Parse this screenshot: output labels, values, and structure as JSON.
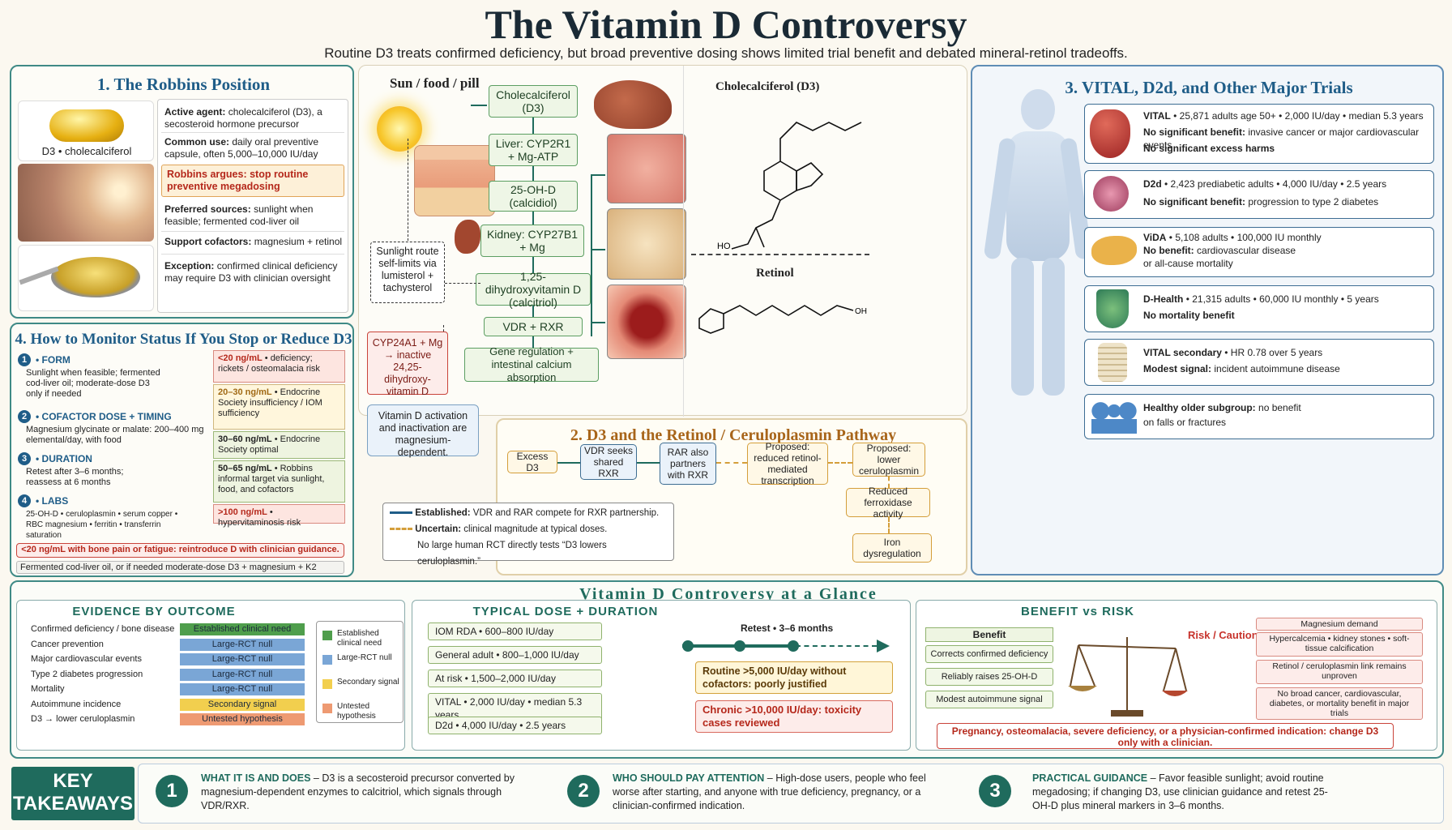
{
  "header": {
    "title": "The Vitamin D Controversy",
    "subtitle": "Routine D3 treats confirmed deficiency, but broad preventive dosing shows limited trial benefit and debated mineral-retinol tradeoffs."
  },
  "robbins": {
    "title": "1. The Robbins Position",
    "capsule_label": "D3 • cholecalciferol",
    "rows": [
      {
        "label": "Active agent:",
        "text": "cholecalciferol (D3), a secosteroid hormone precursor"
      },
      {
        "label": "Common use:",
        "text": "daily oral preventive capsule, often 5,000–10,000 IU/day"
      },
      {
        "label": "Robbins argues: stop routine preventive megadosing",
        "text": ""
      },
      {
        "label": "Preferred sources:",
        "text": "sunlight when feasible; fermented cod-liver oil"
      },
      {
        "label": "Support cofactors:",
        "text": "magnesium + retinol"
      },
      {
        "label": "Exception:",
        "text": "confirmed clinical deficiency may require D3 with clinician oversight"
      }
    ]
  },
  "pathway": {
    "sun_label": "Sun / food / pill",
    "steps": [
      "Cholecalciferol (D3)",
      "Liver: CYP2R1 + Mg-ATP",
      "25-OH-D (calcidiol)",
      "Kidney: CYP27B1 + Mg",
      "1,25-dihydroxyvitamin D (calcitriol)",
      "VDR + RXR",
      "Gene regulation + intestinal calcium absorption"
    ],
    "sunlight_note": "Sunlight route self-limits via lumisterol + tachysterol",
    "cyp24": "CYP24A1 + Mg → inactive 24,25-dihydroxy-vitamin D",
    "activation_note": "Vitamin D activation and inactivation are magnesium-dependent.",
    "chol_label": "Cholecalciferol (D3)",
    "retinol_label": "Retinol"
  },
  "monitor": {
    "title": "4. How to Monitor Status If You Stop or Reduce D3",
    "items": [
      {
        "num": "1",
        "head": "• FORM",
        "text": "Sunlight when feasible; fermented cod-liver oil; moderate-dose D3 only if needed"
      },
      {
        "num": "2",
        "head": "• COFACTOR DOSE + TIMING",
        "text": "Magnesium glycinate or malate: 200–400 mg elemental/day, with food"
      },
      {
        "num": "3",
        "head": "• DURATION",
        "text": "Retest after 3–6 months; reassess at 6 months"
      },
      {
        "num": "4",
        "head": "• LABS",
        "text": "25-OH-D • ceruloplasmin • serum copper • RBC magnesium • ferritin • transferrin saturation"
      }
    ],
    "ranges": [
      {
        "range": "<20 ng/mL",
        "text": "• deficiency; rickets / osteomalacia risk"
      },
      {
        "range": "20–30 ng/mL",
        "text": "• Endocrine Society insufficiency / IOM sufficiency"
      },
      {
        "range": "30–60 ng/mL",
        "text": "• Endocrine Society optimal"
      },
      {
        "range": "50–65 ng/mL",
        "text": "• Robbins informal target via sunlight, food, and cofactors"
      },
      {
        "range": ">100 ng/mL",
        "text": "• hypervitaminosis risk"
      }
    ],
    "alert": "<20 ng/mL with bone pain or fatigue: reintroduce D with clinician guidance.",
    "footer": "Fermented cod-liver oil, or if needed moderate-dose D3 + magnesium + K2"
  },
  "retinol_pathway": {
    "title": "2. D3 and the Retinol / Ceruloplasmin Pathway",
    "nodes": [
      "Excess D3",
      "VDR seeks shared RXR",
      "RAR also partners with RXR",
      "Proposed: reduced retinol-mediated transcription",
      "Proposed: lower ceruloplasmin",
      "Reduced ferroxidase activity",
      "Iron dysregulation"
    ],
    "legend": [
      {
        "label": "Established:",
        "text": "VDR and RAR compete for RXR partnership."
      },
      {
        "label": "Uncertain:",
        "text": "clinical magnitude at typical doses."
      },
      {
        "label": "",
        "text": "No large human RCT directly tests “D3 lowers ceruloplasmin.”"
      }
    ]
  },
  "trials": {
    "title": "3. VITAL, D2d, and Other Major Trials",
    "items": [
      {
        "name": "VITAL",
        "detail": "• 25,871 adults age 50+ • 2,000 IU/day • median 5.3 years",
        "l1b": "No significant benefit:",
        "l1": "invasive cancer or major cardiovascular events",
        "l2": "No significant excess harms"
      },
      {
        "name": "D2d",
        "detail": "• 2,423 prediabetic adults • 4,000 IU/day • 2.5 years",
        "l1b": "No significant benefit:",
        "l1": "progression to type 2 diabetes",
        "l2": ""
      },
      {
        "name": "ViDA",
        "detail": "• 5,108 adults • 100,000 IU monthly",
        "l1b": "No benefit:",
        "l1": "cardiovascular disease",
        "l2": "or all-cause mortality"
      },
      {
        "name": "D-Health",
        "detail": "• 21,315 adults • 60,000 IU monthly • 5 years",
        "l1b": "No mortality benefit",
        "l1": "",
        "l2": ""
      },
      {
        "name": "VITAL secondary",
        "detail": "• HR 0.78 over 5 years",
        "l1b": "Modest signal:",
        "l1": "incident autoimmune disease",
        "l2": ""
      },
      {
        "name": "Healthy older subgroup:",
        "detail": "no benefit",
        "l1b": "",
        "l1": "on falls or fractures",
        "l2": ""
      }
    ]
  },
  "glance": {
    "title": "Vitamin D Controversy at a Glance",
    "evidence": {
      "title": "EVIDENCE BY OUTCOME",
      "rows": [
        {
          "outcome": "Confirmed deficiency / bone disease",
          "tag": "Established clinical need",
          "color": "#4f9e4c"
        },
        {
          "outcome": "Cancer prevention",
          "tag": "Large-RCT null",
          "color": "#7aa6d6"
        },
        {
          "outcome": "Major cardiovascular events",
          "tag": "Large-RCT null",
          "color": "#7aa6d6"
        },
        {
          "outcome": "Type 2 diabetes progression",
          "tag": "Large-RCT null",
          "color": "#7aa6d6"
        },
        {
          "outcome": "Mortality",
          "tag": "Large-RCT null",
          "color": "#7aa6d6"
        },
        {
          "outcome": "Autoimmune incidence",
          "tag": "Secondary signal",
          "color": "#f2cf4e"
        },
        {
          "outcome": "D3 → lower ceruloplasmin",
          "tag": "Untested hypothesis",
          "color": "#ee9a72"
        }
      ],
      "legend": [
        {
          "label": "Established clinical need",
          "color": "#4f9e4c"
        },
        {
          "label": "Large-RCT null",
          "color": "#7aa6d6"
        },
        {
          "label": "Secondary signal",
          "color": "#f2cf4e"
        },
        {
          "label": "Untested hypothesis",
          "color": "#ee9a72"
        }
      ]
    },
    "dose": {
      "title": "TYPICAL DOSE + DURATION",
      "rows": [
        "IOM RDA • 600–800 IU/day",
        "General adult • 800–1,000 IU/day",
        "At risk • 1,500–2,000 IU/day",
        "VITAL • 2,000 IU/day • median 5.3 years",
        "D2d • 4,000 IU/day • 2.5 years"
      ],
      "retest": "Retest • 3–6 months",
      "routine": "Routine >5,000 IU/day without cofactors: poorly justified",
      "chronic": "Chronic >10,000 IU/day: toxicity cases reviewed"
    },
    "benefit": {
      "title": "BENEFIT vs RISK",
      "benefit_label": "Benefit",
      "risk_label": "Risk / Caution",
      "benefits": [
        "Corrects confirmed deficiency",
        "Reliably raises 25-OH-D",
        "Modest autoimmune signal"
      ],
      "risks": [
        "Magnesium demand",
        "Hypercalcemia • kidney stones • soft-tissue calcification",
        "Retinol / ceruloplasmin link remains unproven",
        "No broad cancer, cardiovascular, diabetes, or mortality benefit in major trials"
      ],
      "note": "Pregnancy, osteomalacia, severe deficiency, or a physician-confirmed indication: change D3 only with a clinician."
    }
  },
  "takeaways": {
    "label": "KEY TAKEAWAYS",
    "items": [
      {
        "num": "1",
        "head": "WHAT IT IS AND DOES",
        "text": "– D3 is a secosteroid precursor converted by magnesium-dependent enzymes to calcitriol, which signals through VDR/RXR."
      },
      {
        "num": "2",
        "head": "WHO SHOULD PAY ATTENTION",
        "text": "– High-dose users, people who feel worse after starting, and anyone with true deficiency, pregnancy, or a clinician-confirmed indication."
      },
      {
        "num": "3",
        "head": "PRACTICAL GUIDANCE",
        "text": "– Favor feasible sunlight; avoid routine megadosing; if changing D3, use clinician guidance and retest 25-OH-D plus mineral markers in 3–6 months."
      }
    ]
  }
}
